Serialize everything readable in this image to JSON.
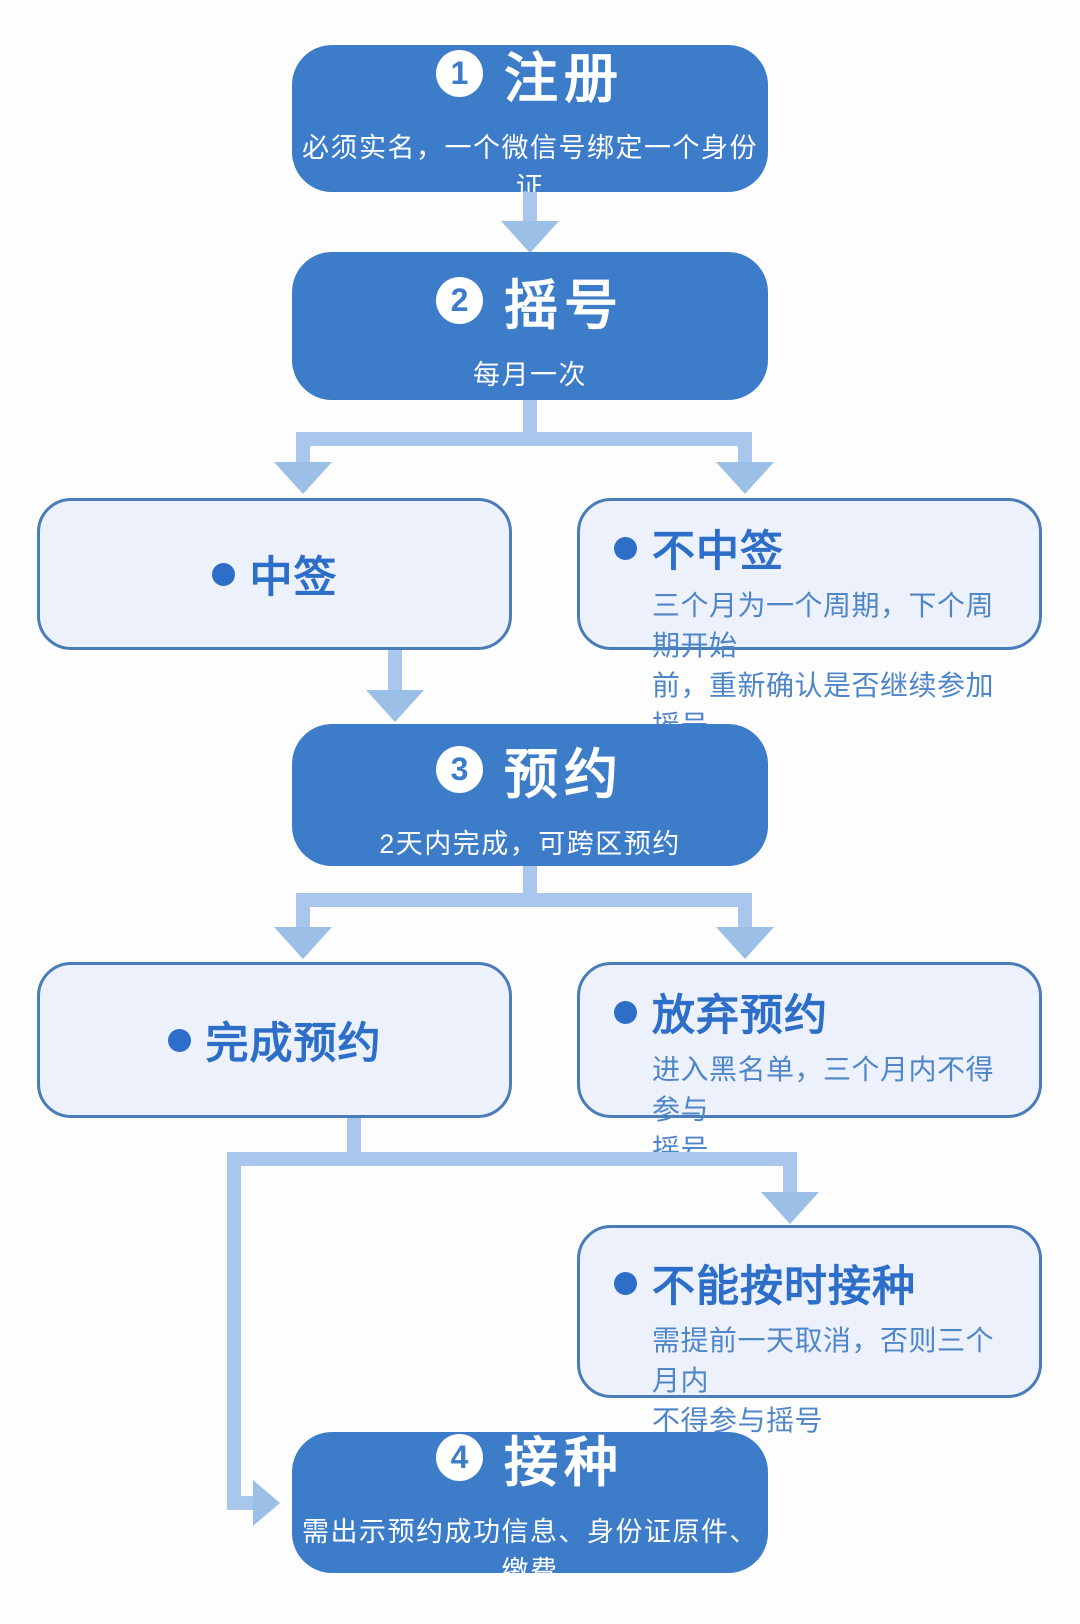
{
  "colors": {
    "primary": "#3d7cc8",
    "step_text": "#ffffff",
    "connector": "#a9c6ec",
    "arrowhead": "#9cbfe8",
    "outcome_fill": "#edf1fb",
    "outcome_border": "#4a7cb8",
    "outcome_text": "#2d6ec8",
    "outcome_desc": "#4e86c8",
    "background": "#fdfdfd"
  },
  "steps": {
    "register": {
      "number": "1",
      "title": "注册",
      "subtitle": "必须实名，一个微信号绑定一个身份证"
    },
    "lottery": {
      "number": "2",
      "title": "摇号",
      "subtitle": "每月一次"
    },
    "reserve": {
      "number": "3",
      "title": "预约",
      "subtitle": "2天内完成，可跨区预约"
    },
    "vaccinate": {
      "number": "4",
      "title": "接种",
      "subtitle": "需出示预约成功信息、身份证原件、缴费"
    }
  },
  "outcomes": {
    "win": {
      "title": "中签"
    },
    "lose": {
      "title": "不中签",
      "desc_lines": [
        "三个月为一个周期，下个周期开始",
        "前，重新确认是否继续参加摇号"
      ]
    },
    "complete": {
      "title": "完成预约"
    },
    "abandon": {
      "title": "放弃预约",
      "desc_lines": [
        "进入黑名单，三个月内不得参与",
        "摇号"
      ]
    },
    "miss": {
      "title": "不能按时接种",
      "desc_lines": [
        "需提前一天取消，否则三个月内",
        "不得参与摇号"
      ]
    }
  }
}
